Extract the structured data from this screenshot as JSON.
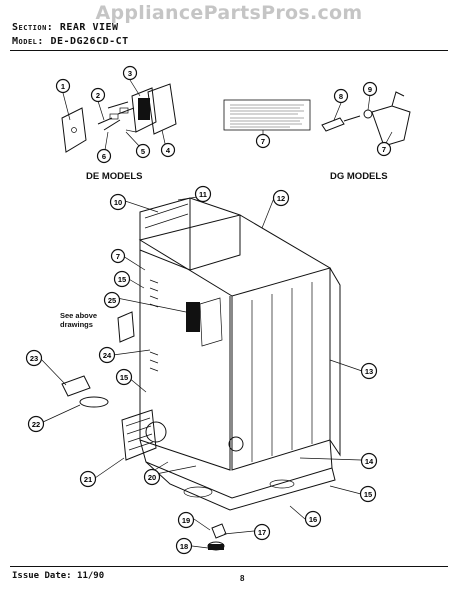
{
  "watermark": "AppliancePartsPros.com",
  "header": {
    "section_label": "Section:",
    "section_value": "REAR VIEW",
    "model_label": "Model:",
    "model_value": "DE-DG26CD-CT"
  },
  "captions": {
    "de_models": "DE MODELS",
    "dg_models": "DG MODELS",
    "see_above_line1": "See above",
    "see_above_line2": "drawings"
  },
  "footer": {
    "issue_date": "Issue Date: 11/90",
    "page_number": "8"
  },
  "callouts": [
    {
      "id": "c1",
      "label": "1"
    },
    {
      "id": "c2",
      "label": "2"
    },
    {
      "id": "c3",
      "label": "3"
    },
    {
      "id": "c4",
      "label": "4"
    },
    {
      "id": "c5",
      "label": "5"
    },
    {
      "id": "c6",
      "label": "6"
    },
    {
      "id": "c7a",
      "label": "7"
    },
    {
      "id": "c8",
      "label": "8"
    },
    {
      "id": "c9",
      "label": "9"
    },
    {
      "id": "c7b",
      "label": "7"
    },
    {
      "id": "c11",
      "label": "11"
    },
    {
      "id": "c10",
      "label": "10"
    },
    {
      "id": "c12",
      "label": "12"
    },
    {
      "id": "c7c",
      "label": "7"
    },
    {
      "id": "c15a",
      "label": "15"
    },
    {
      "id": "c25",
      "label": "25"
    },
    {
      "id": "c24",
      "label": "24"
    },
    {
      "id": "c23",
      "label": "23"
    },
    {
      "id": "c15b",
      "label": "15"
    },
    {
      "id": "c22",
      "label": "22"
    },
    {
      "id": "c13",
      "label": "13"
    },
    {
      "id": "c14",
      "label": "14"
    },
    {
      "id": "c21",
      "label": "21"
    },
    {
      "id": "c20",
      "label": "20"
    },
    {
      "id": "c15c",
      "label": "15"
    },
    {
      "id": "c16",
      "label": "16"
    },
    {
      "id": "c19",
      "label": "19"
    },
    {
      "id": "c17",
      "label": "17"
    },
    {
      "id": "c18",
      "label": "18"
    }
  ]
}
